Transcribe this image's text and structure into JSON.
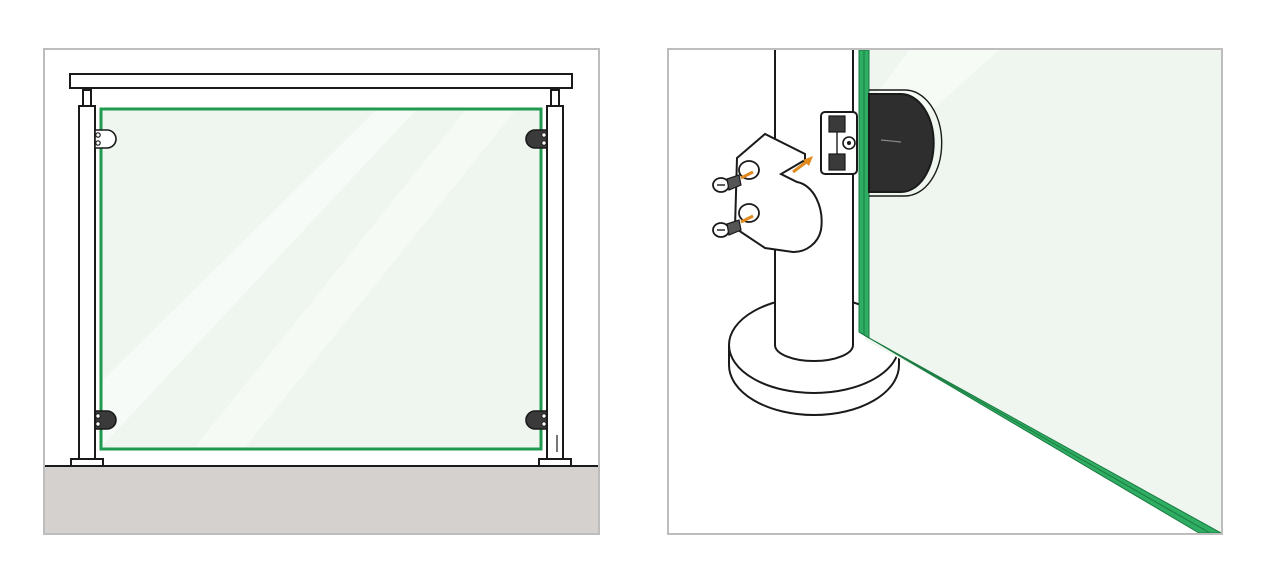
{
  "diagram": {
    "panels": [
      {
        "id": "front-view",
        "elements": [
          "handrail",
          "left-post",
          "right-post",
          "glass-panel",
          "glass-clamps",
          "floor"
        ]
      },
      {
        "id": "detail-view",
        "elements": [
          "round-post",
          "base-flange",
          "clamp-bracket",
          "clamp-body",
          "rubber-pad",
          "screws",
          "glass-panel-edge"
        ]
      }
    ],
    "colors": {
      "outline": "#1a1a1a",
      "panel_border": "#bdbdbd",
      "glass_edge": "#1f9a4f",
      "glass_fill": "#eef6ef",
      "floor_fill": "#d4d1cf",
      "screw_arrow": "#e08a1e",
      "clamp_dark": "#3a3a3a",
      "pad_dark": "#2e2e2e"
    },
    "clamp_count": 4,
    "screw_count": 2
  }
}
